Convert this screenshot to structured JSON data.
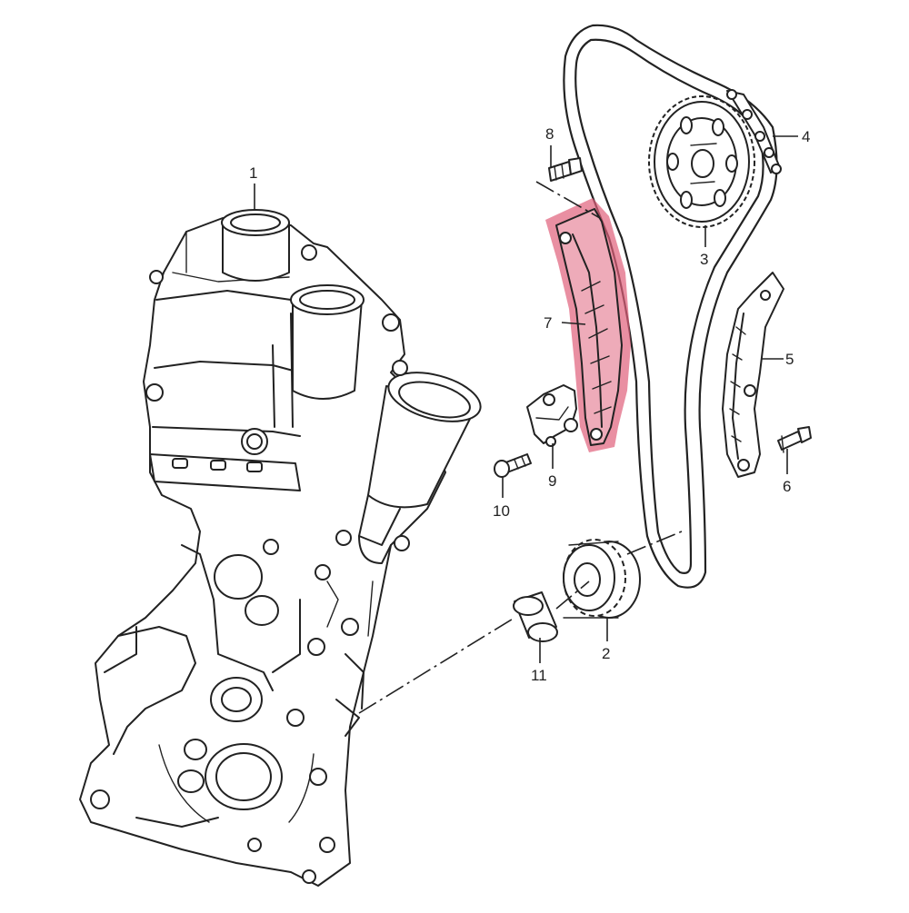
{
  "diagram": {
    "highlight_color": "#e0607a",
    "callouts": [
      {
        "id": "c1",
        "label": "1"
      },
      {
        "id": "c2",
        "label": "2"
      },
      {
        "id": "c3",
        "label": "3"
      },
      {
        "id": "c4",
        "label": "4"
      },
      {
        "id": "c5",
        "label": "5"
      },
      {
        "id": "c6",
        "label": "6"
      },
      {
        "id": "c7",
        "label": "7"
      },
      {
        "id": "c8",
        "label": "8"
      },
      {
        "id": "c9",
        "label": "9"
      },
      {
        "id": "c10",
        "label": "10"
      },
      {
        "id": "c11",
        "label": "11"
      }
    ]
  }
}
